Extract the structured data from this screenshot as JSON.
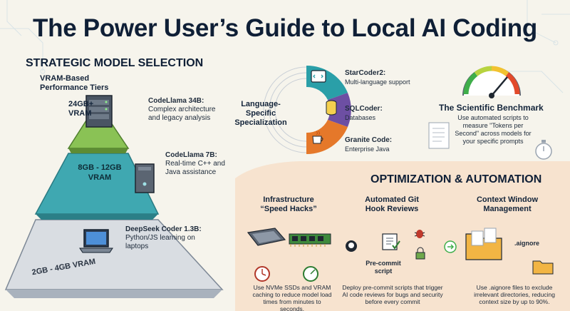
{
  "title": "The Power User’s Guide to Local AI Coding",
  "strategic": {
    "heading": "STRATEGIC MODEL SELECTION",
    "subheading": "VRAM-Based Performance Tiers",
    "tiers": [
      {
        "vram": "24GB+ VRAM",
        "model": "CodeLlama 34B:",
        "desc": "Complex architecture and legacy analysis"
      },
      {
        "vram": "8GB - 12GB VRAM",
        "model": "CodeLlama 7B:",
        "desc": "Real-time C++ and Java assistance"
      },
      {
        "vram": "2GB - 4GB VRAM",
        "model": "DeepSeek Coder 1.3B:",
        "desc": "Python/JS learning on laptops"
      }
    ]
  },
  "language": {
    "heading": "Language-Specific Specialization",
    "items": [
      {
        "name": "StarCoder2:",
        "desc": "Multi-language support"
      },
      {
        "name": "SQLCoder:",
        "desc": "Databases"
      },
      {
        "name": "Granite Code:",
        "desc": "Enterprise Java"
      }
    ]
  },
  "benchmark": {
    "heading": "The Scientific Benchmark",
    "desc": "Use automated scripts to measure \"Tokens per Second\" across models for your specific prompts"
  },
  "optimization": {
    "heading": "OPTIMIZATION & AUTOMATION",
    "columns": [
      {
        "title": "Infrastructure “Speed Hacks”",
        "desc": "Use NVMe SSDs and VRAM caching to reduce model load times from minutes to seconds."
      },
      {
        "title": "Automated Git Hook Reviews",
        "label": "Pre-commit script",
        "desc": "Deploy pre-commit scripts that trigger AI code reviews for bugs and security before every commit"
      },
      {
        "title": "Context Window Management",
        "label": ".aignore",
        "desc": "Use .aignore files to exclude irrelevant directories, reducing context size by up to 90%."
      }
    ]
  },
  "colors": {
    "navy": "#0f1f36",
    "teal": "#2a9fa8",
    "purple": "#6d4fa3",
    "orange": "#e5782a",
    "green": "#7dbf52",
    "peach": "#f7e3cf"
  }
}
